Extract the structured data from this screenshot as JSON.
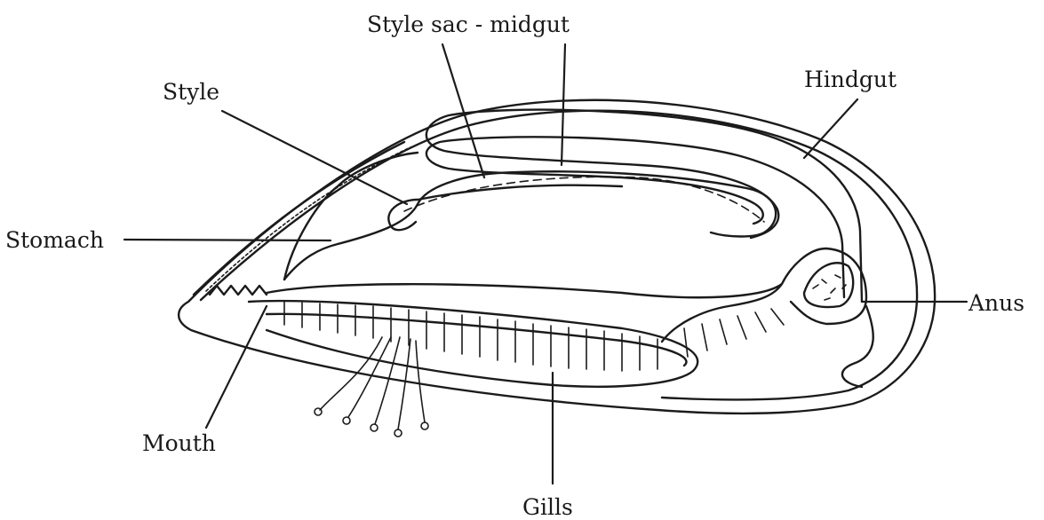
{
  "labels": {
    "style_sac_midgut": "Style sac - midgut",
    "style": "Style",
    "hindgut": "Hindgut",
    "stomach": "Stomach",
    "anus": "Anus",
    "mouth": "Mouth",
    "gills": "Gills"
  }
}
